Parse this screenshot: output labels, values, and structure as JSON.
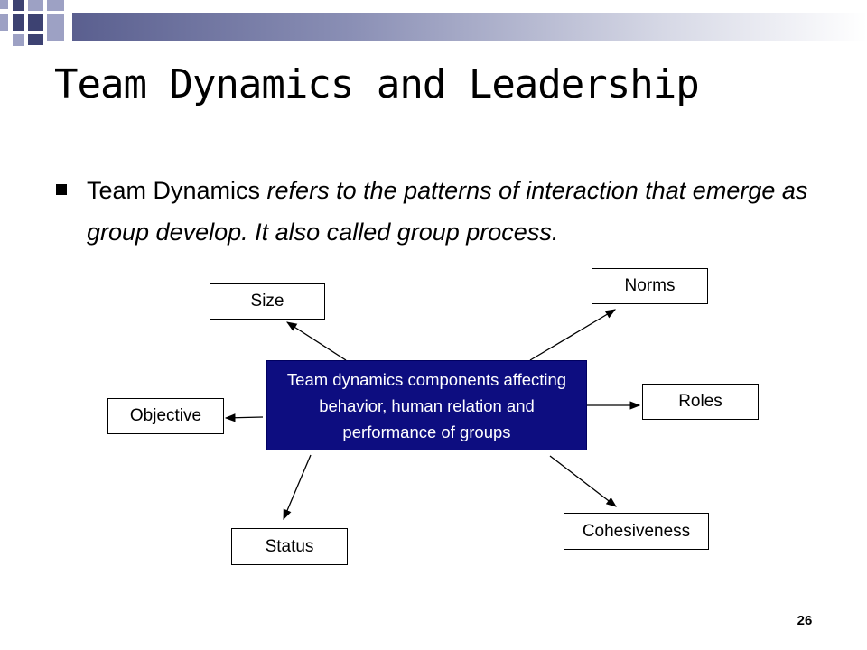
{
  "slide": {
    "title": "Team Dynamics and Leadership",
    "bullet": {
      "term": "Team Dynamics ",
      "definition": "refers to the patterns of interaction that emerge as group develop. It also called group process."
    },
    "page_number": "26"
  },
  "diagram": {
    "center": "Team dynamics components affecting behavior, human relation and performance of groups",
    "nodes": {
      "size": "Size",
      "norms": "Norms",
      "objective": "Objective",
      "roles": "Roles",
      "status": "Status",
      "cohesiveness": "Cohesiveness"
    }
  },
  "colors": {
    "center_fill": "#0d0d80",
    "accent_dark": "#3d4272",
    "accent_light": "#9da1c4"
  }
}
